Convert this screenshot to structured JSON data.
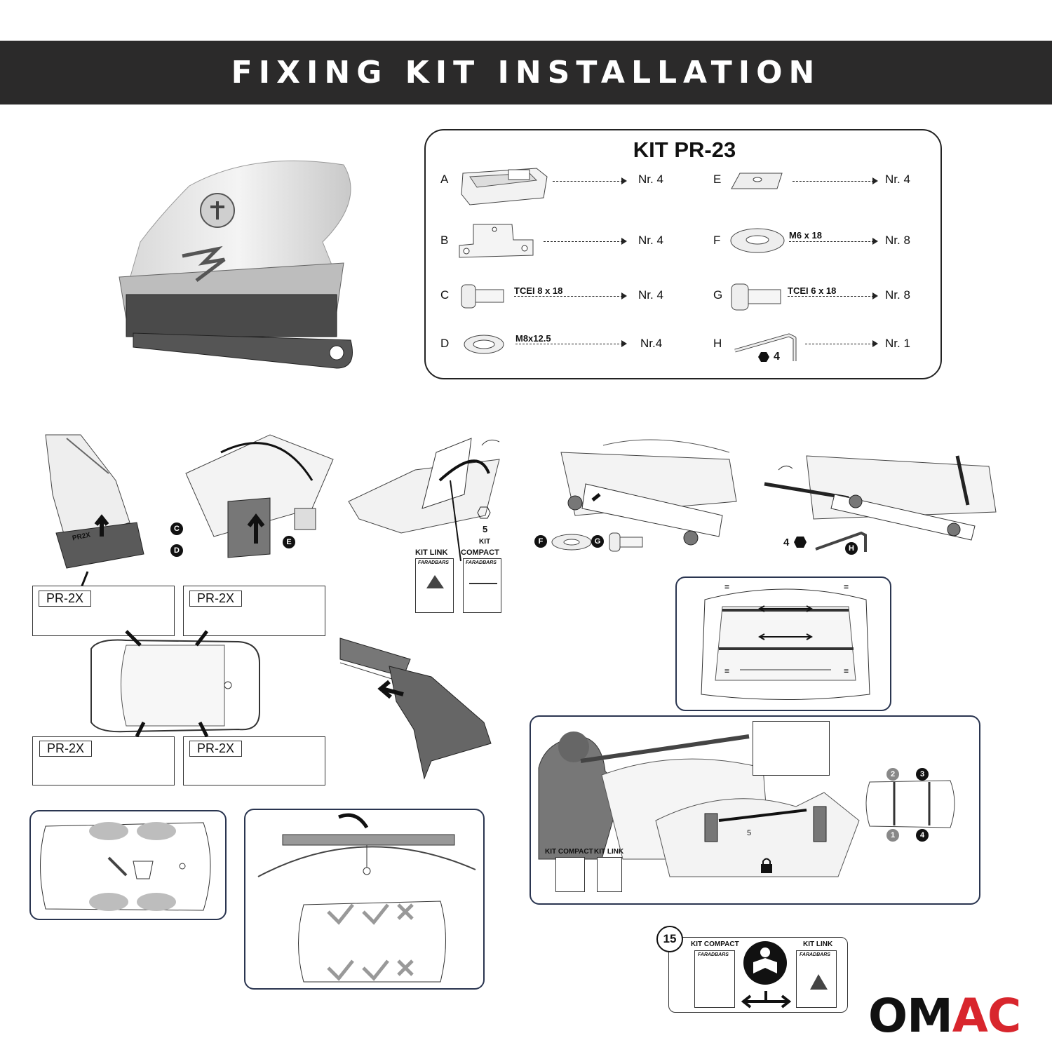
{
  "header": {
    "title": "FIXING KIT INSTALLATION"
  },
  "kit": {
    "title": "KIT PR-23",
    "parts": [
      {
        "letter": "A",
        "spec": "",
        "qty": "Nr. 4"
      },
      {
        "letter": "B",
        "spec": "",
        "qty": "Nr. 4"
      },
      {
        "letter": "C",
        "spec": "TCEI 8 x 18",
        "qty": "Nr. 4"
      },
      {
        "letter": "D",
        "spec": "M8x12.5",
        "qty": "Nr.4"
      },
      {
        "letter": "E",
        "spec": "",
        "qty": "Nr. 4"
      },
      {
        "letter": "F",
        "spec": "M6 x 18",
        "qty": "Nr. 8"
      },
      {
        "letter": "G",
        "spec": "TCEI 6 x 18",
        "qty": "Nr. 8"
      },
      {
        "letter": "H",
        "spec": "",
        "qty": "Nr. 1"
      }
    ],
    "hex_size": "4"
  },
  "step1": {
    "sticker": "PR2X",
    "tags": [
      "PR-2X",
      "PR-2X",
      "PR-2X",
      "PR-2X"
    ]
  },
  "step2": {
    "labels": [
      "C",
      "D",
      "E"
    ]
  },
  "step3": {
    "hex_size": "5",
    "kit_link": "KIT LINK",
    "kit_compact_line1": "KIT",
    "kit_compact_line2": "COMPACT",
    "brand": "FARADBARS"
  },
  "step4": {
    "labels": [
      "F",
      "G"
    ]
  },
  "step5": {
    "hex_size": "4",
    "label": "H"
  },
  "step7": {
    "eq": "="
  },
  "step8": {
    "kit_compact": "KIT COMPACT",
    "kit_link": "KIT LINK",
    "hex_size": "5",
    "order": [
      "2",
      "3",
      "1",
      "4"
    ]
  },
  "step15": {
    "number": "15",
    "kit_compact": "KIT COMPACT",
    "kit_link": "KIT LINK",
    "brand": "FARADBARS"
  },
  "brand": {
    "logo_text": "OMAC",
    "accent": "#d8262d",
    "dark": "#111111"
  }
}
